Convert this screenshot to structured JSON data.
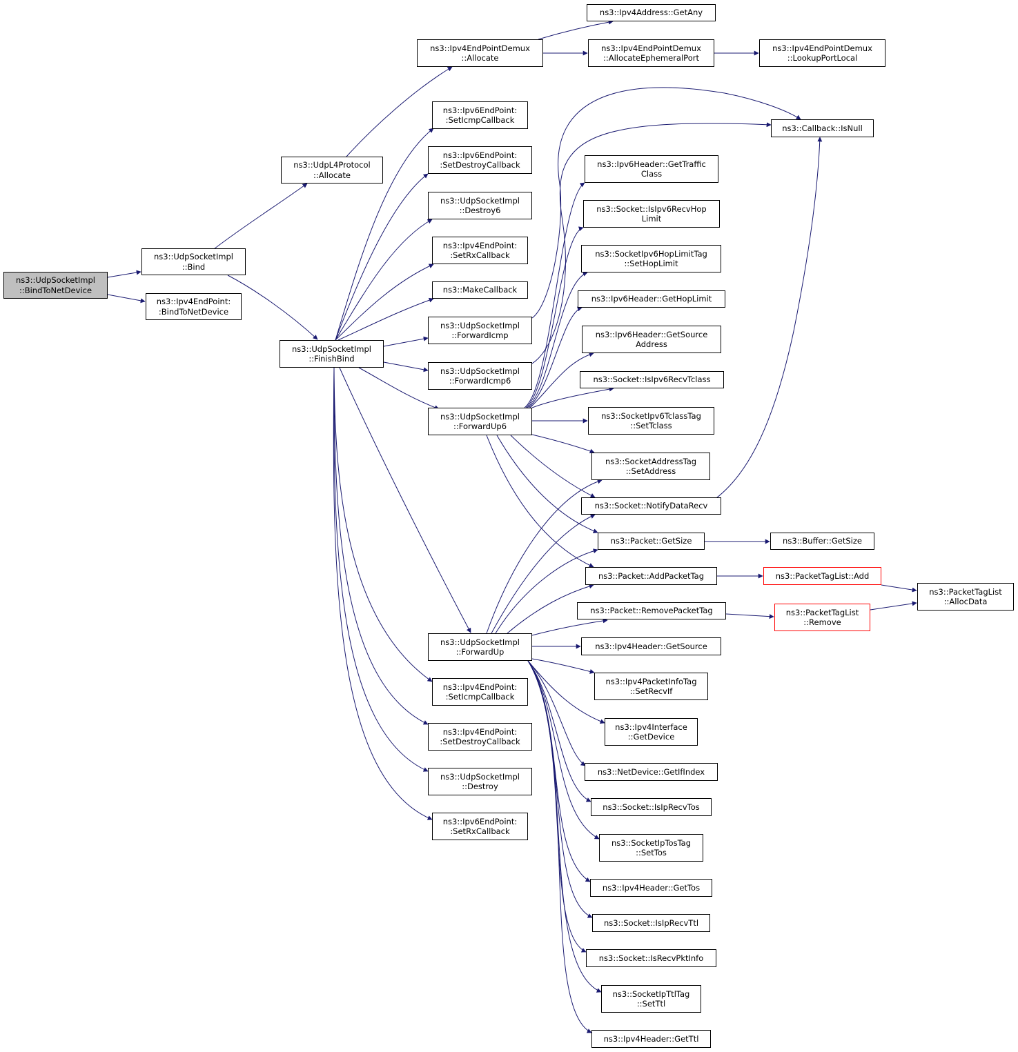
{
  "colors": {
    "edge": "#191970",
    "root_fill": "#bfbfbf",
    "red_border": "#ff0000",
    "border": "#000000"
  },
  "nodes": {
    "bindtonetdevice": {
      "line1": "ns3::UdpSocketImpl",
      "line2": "::BindToNetDevice"
    },
    "bind": {
      "line1": "ns3::UdpSocketImpl",
      "line2": "::Bind"
    },
    "ep4_bindtonetdevice": {
      "line1": "ns3::Ipv4EndPoint:",
      "line2": ":BindToNetDevice"
    },
    "udpl4_allocate": {
      "line1": "ns3::UdpL4Protocol",
      "line2": "::Allocate"
    },
    "finishbind": {
      "line1": "ns3::UdpSocketImpl",
      "line2": "::FinishBind"
    },
    "demux_allocate": {
      "line1": "ns3::Ipv4EndPointDemux",
      "line2": "::Allocate"
    },
    "ipv4address_getany": {
      "line1": "ns3::Ipv4Address::GetAny"
    },
    "demux_ephemeral": {
      "line1": "ns3::Ipv4EndPointDemux",
      "line2": "::AllocateEphemeralPort"
    },
    "demux_lookup": {
      "line1": "ns3::Ipv4EndPointDemux",
      "line2": "::LookupPortLocal"
    },
    "ep6_seticmp": {
      "line1": "ns3::Ipv6EndPoint:",
      "line2": ":SetIcmpCallback"
    },
    "ep6_setdestroy": {
      "line1": "ns3::Ipv6EndPoint:",
      "line2": ":SetDestroyCallback"
    },
    "destroy6": {
      "line1": "ns3::UdpSocketImpl",
      "line2": "::Destroy6"
    },
    "ep4_setrx": {
      "line1": "ns3::Ipv4EndPoint:",
      "line2": ":SetRxCallback"
    },
    "makecallback": {
      "line1": "ns3::MakeCallback"
    },
    "forwardicmp": {
      "line1": "ns3::UdpSocketImpl",
      "line2": "::ForwardIcmp"
    },
    "forwardicmp6": {
      "line1": "ns3::UdpSocketImpl",
      "line2": "::ForwardIcmp6"
    },
    "forwardup6": {
      "line1": "ns3::UdpSocketImpl",
      "line2": "::ForwardUp6"
    },
    "forwardup": {
      "line1": "ns3::UdpSocketImpl",
      "line2": "::ForwardUp"
    },
    "ep4_seticmp": {
      "line1": "ns3::Ipv4EndPoint:",
      "line2": ":SetIcmpCallback"
    },
    "ep4_setdestroy": {
      "line1": "ns3::Ipv4EndPoint:",
      "line2": ":SetDestroyCallback"
    },
    "destroy": {
      "line1": "ns3::UdpSocketImpl",
      "line2": "::Destroy"
    },
    "ep6_setrx": {
      "line1": "ns3::Ipv6EndPoint:",
      "line2": ":SetRxCallback"
    },
    "callback_isnull": {
      "line1": "ns3::Callback::IsNull"
    },
    "ipv6h_gettraffic": {
      "line1": "ns3::Ipv6Header::GetTraffic",
      "line2": "Class"
    },
    "socket_isipv6recvhop": {
      "line1": "ns3::Socket::IsIpv6RecvHop",
      "line2": "Limit"
    },
    "hoplimittag_set": {
      "line1": "ns3::SocketIpv6HopLimitTag",
      "line2": "::SetHopLimit"
    },
    "ipv6h_gethoplimit": {
      "line1": "ns3::Ipv6Header::GetHopLimit"
    },
    "ipv6h_getsource": {
      "line1": "ns3::Ipv6Header::GetSource",
      "line2": "Address"
    },
    "socket_isipv6recvtclass": {
      "line1": "ns3::Socket::IsIpv6RecvTclass"
    },
    "tclasstag_set": {
      "line1": "ns3::SocketIpv6TclassTag",
      "line2": "::SetTclass"
    },
    "addresstag_set": {
      "line1": "ns3::SocketAddressTag",
      "line2": "::SetAddress"
    },
    "socket_notify": {
      "line1": "ns3::Socket::NotifyDataRecv"
    },
    "packet_getsize": {
      "line1": "ns3::Packet::GetSize"
    },
    "buffer_getsize": {
      "line1": "ns3::Buffer::GetSize"
    },
    "packet_addtag": {
      "line1": "ns3::Packet::AddPacketTag"
    },
    "taglist_add": {
      "line1": "ns3::PacketTagList::Add"
    },
    "taglist_allocdata": {
      "line1": "ns3::PacketTagList",
      "line2": "::AllocData"
    },
    "packet_removetag": {
      "line1": "ns3::Packet::RemovePacketTag"
    },
    "taglist_remove": {
      "line1": "ns3::PacketTagList",
      "line2": "::Remove"
    },
    "ipv4h_getsource": {
      "line1": "ns3::Ipv4Header::GetSource"
    },
    "pktinfotag_setrecvif": {
      "line1": "ns3::Ipv4PacketInfoTag",
      "line2": "::SetRecvIf"
    },
    "ipv4if_getdevice": {
      "line1": "ns3::Ipv4Interface",
      "line2": "::GetDevice"
    },
    "netdevice_getifindex": {
      "line1": "ns3::NetDevice::GetIfIndex"
    },
    "socket_isiprecvtos": {
      "line1": "ns3::Socket::IsIpRecvTos"
    },
    "iptostag_settos": {
      "line1": "ns3::SocketIpTosTag",
      "line2": "::SetTos"
    },
    "ipv4h_gettos": {
      "line1": "ns3::Ipv4Header::GetTos"
    },
    "socket_isiprecvttl": {
      "line1": "ns3::Socket::IsIpRecvTtl"
    },
    "socket_isrecvpktinfo": {
      "line1": "ns3::Socket::IsRecvPktInfo"
    },
    "ipttltag_setttl": {
      "line1": "ns3::SocketIpTtlTag",
      "line2": "::SetTtl"
    },
    "ipv4h_getttl": {
      "line1": "ns3::Ipv4Header::GetTtl"
    }
  }
}
